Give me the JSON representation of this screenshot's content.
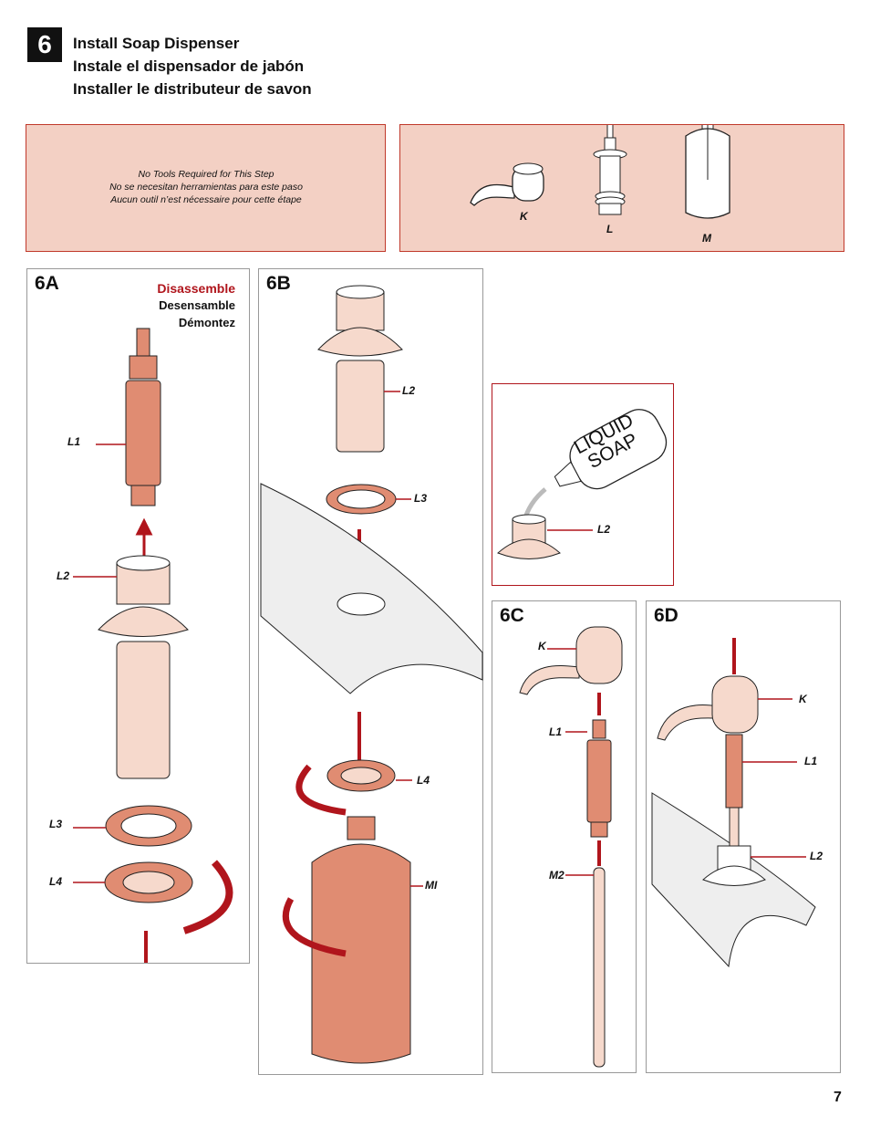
{
  "header": {
    "step_number": "6",
    "title_en": "Install Soap Dispenser",
    "title_es": "Instale el dispensador de jabón",
    "title_fr": "Installer le distributeur de savon"
  },
  "tools_box": {
    "line_en": "No Tools Required for This Step",
    "line_es": "No se necesitan herramientas para este paso",
    "line_fr": "Aucun outil n’est nécessaire pour cette étape"
  },
  "parts_box": {
    "k": "K",
    "l": "L",
    "m": "M"
  },
  "panel_6a": {
    "label": "6A",
    "action_en": "Disassemble",
    "action_es": "Desensamble",
    "action_fr": "Démontez",
    "l1": "L1",
    "l2": "L2",
    "l3": "L3",
    "l4": "L4"
  },
  "panel_6b": {
    "label": "6B",
    "l2": "L2",
    "l3": "L3",
    "l4": "L4",
    "m1": "MI"
  },
  "inset": {
    "bottle_text_1": "LIQUID",
    "bottle_text_2": "SOAP",
    "l2": "L2"
  },
  "panel_6c": {
    "label": "6C",
    "k": "K",
    "l1": "L1",
    "m2": "M2"
  },
  "panel_6d": {
    "label": "6D",
    "k": "K",
    "l1": "L1",
    "l2": "L2"
  },
  "page_number": "7",
  "colors": {
    "accent_red": "#b0151c",
    "box_pink": "#f3d0c4",
    "part_salmon": "#e08c72",
    "part_light": "#f6d9cc"
  }
}
